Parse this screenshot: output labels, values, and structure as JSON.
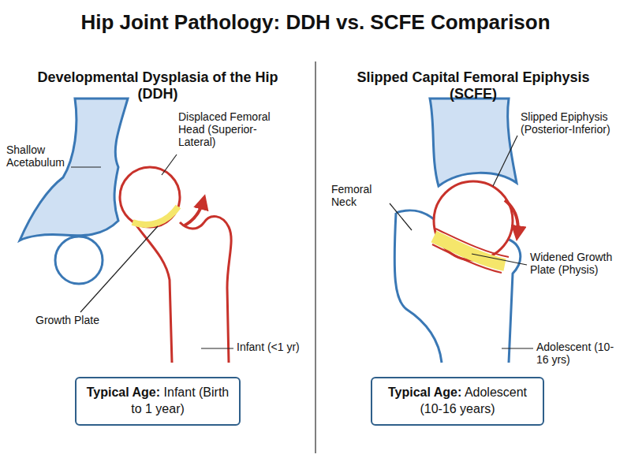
{
  "diagram": {
    "title": "Hip Joint Pathology: DDH vs. SCFE Comparison",
    "nodes": [
      {
        "text": [
          "Typical Age:",
          "Infant (Birth to 1 year)"
        ]
      },
      {
        "text": [
          "Typical Age:",
          "Adolescent (10-16 years)"
        ]
      }
    ],
    "labels": [
      "Developmental Dysplasia of the Hip (DDH)",
      "Shallow Acetabulum",
      "Displaced Femoral Head (Superior-Lateral)",
      "Growth Plate",
      "Infant (<1 yr)",
      "Slipped Capital Femoral Epiphysis (SCFE)",
      "Femoral Neck",
      "Slipped Epiphysis (Posterior-Inferior)",
      "Widened Growth Plate (Physis)",
      "Adolescent (10-16 yrs)"
    ]
  }
}
